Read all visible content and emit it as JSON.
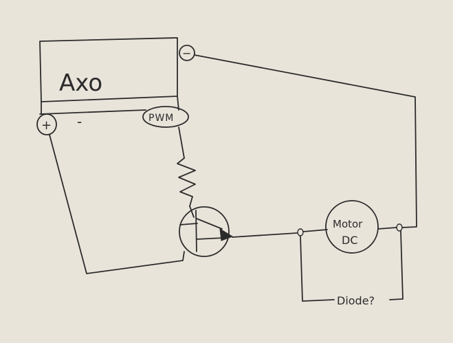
{
  "paper_color": "#e9e4da",
  "ink_color": "#2b2b2b",
  "board": {
    "label": "Axo"
  },
  "terminals": {
    "neg_top": "−",
    "pos_left": "+",
    "neg_left": "-",
    "pwm": "PWM"
  },
  "motor": {
    "line1": "Motor",
    "line2": "DC"
  },
  "diode": {
    "label": "Diode?"
  }
}
